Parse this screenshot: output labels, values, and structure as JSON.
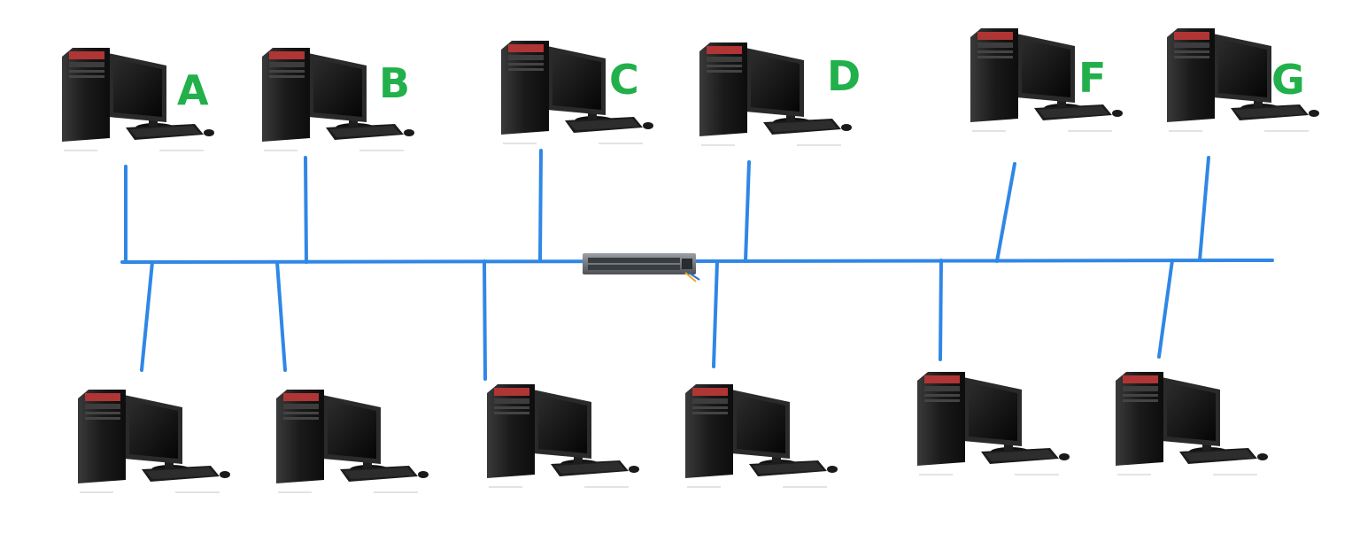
{
  "colors": {
    "label": "#22b04b",
    "cable": "#2f87e6",
    "monitor_body": "#1b1b1b",
    "tower": "#161616",
    "switch": "#6e7378"
  },
  "icons": {
    "computer": "desktop-computer-icon",
    "switch": "network-switch-icon"
  },
  "top_labels": [
    "A",
    "B",
    "C",
    "D",
    "F",
    "G"
  ],
  "topology": "bus",
  "top_computer_count": 6,
  "bottom_computer_count": 6
}
